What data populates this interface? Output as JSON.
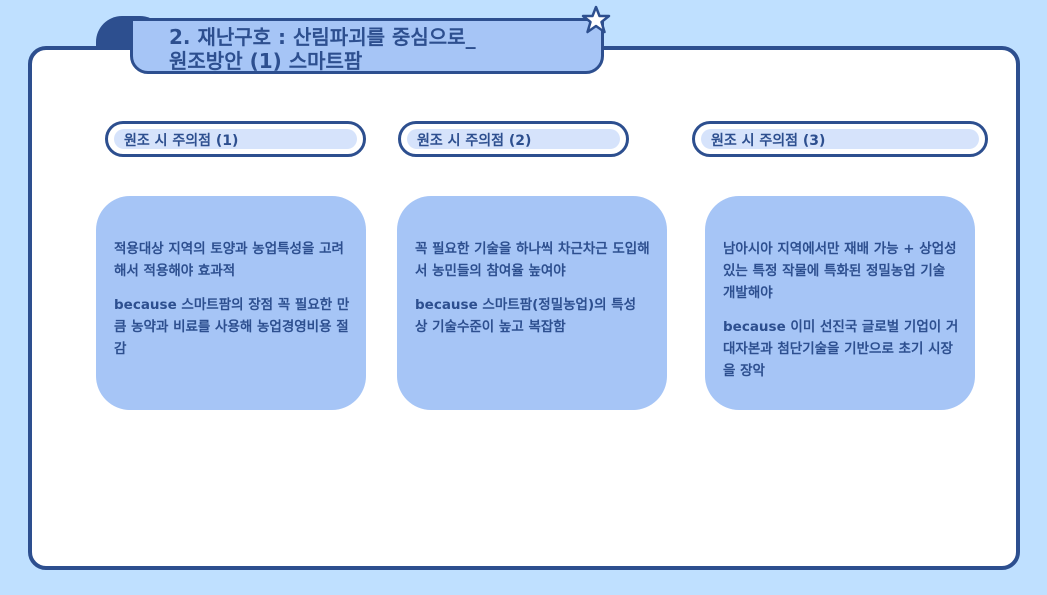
{
  "title": {
    "line1": "2. 재난구호 : 산림파괴를 중심으로_",
    "line2": "원조방안 (1) 스마트팜"
  },
  "columns": [
    {
      "heading": "원조 시 주의점 (1)",
      "paragraphs": [
        "적용대상 지역의 토양과 농업특성을 고려해서 적용해야 효과적",
        "because 스마트팜의 장점 꼭 필요한 만큼 농약과 비료를 사용해 농업경영비용 절감"
      ]
    },
    {
      "heading": "원조 시 주의점 (2)",
      "paragraphs": [
        "꼭 필요한 기술을 하나씩 차근차근 도입해서 농민들의 참여율 높여야",
        "because 스마트팜(정밀농업)의 특성 상 기술수준이 높고 복잡함"
      ]
    },
    {
      "heading": "원조 시 주의점 (3)",
      "paragraphs": [
        "남아시아 지역에서만 재배 가능 + 상업성 있는 특정 작물에 특화된 정밀농업 기술 개발해야",
        "because 이미 선진국 글로벌 기업이 거대자본과 첨단기술을 기반으로 초기 시장을 장악"
      ]
    }
  ],
  "colors": {
    "background": "#bfe0ff",
    "accent": "#2d4f8f",
    "box": "#a6c5f6"
  },
  "icons": [
    "star-icon"
  ]
}
